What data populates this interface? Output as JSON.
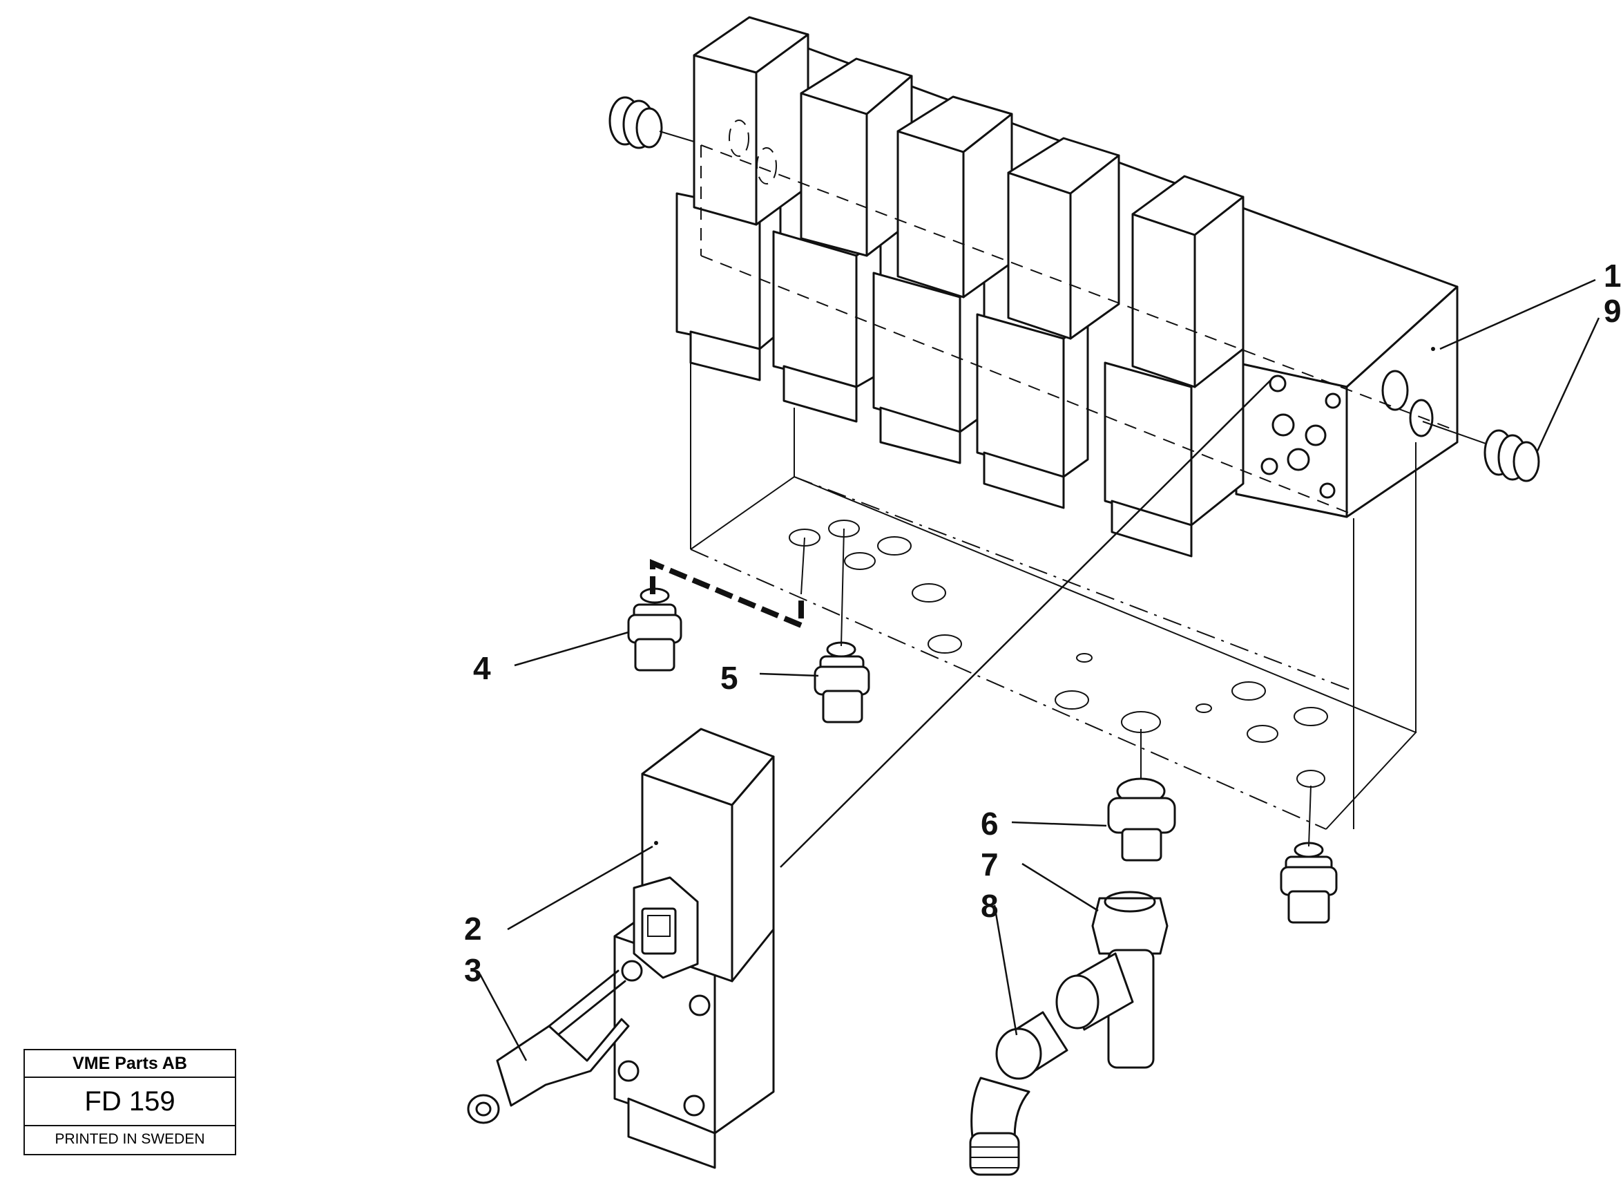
{
  "title_block": {
    "company": "VME Parts AB",
    "code": "FD 159",
    "printed": "PRINTED IN SWEDEN"
  },
  "callouts": [
    "1",
    "9",
    "4",
    "5",
    "6",
    "7",
    "8",
    "2",
    "3"
  ]
}
